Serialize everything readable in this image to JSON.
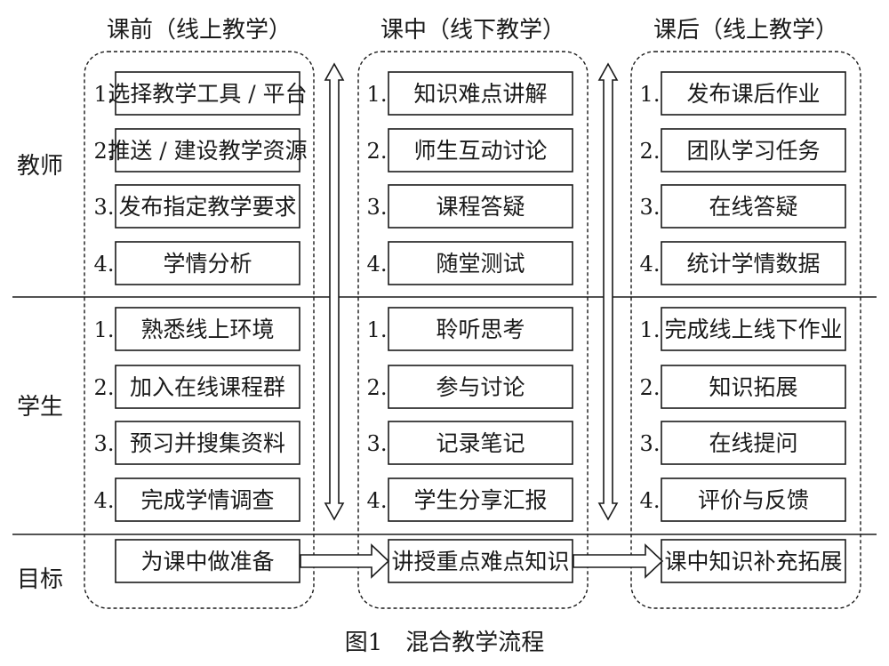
{
  "columns": [
    {
      "header": "课前（线上教学）",
      "teacher": [
        "选择教学工具 / 平台",
        "推送 / 建设教学资源",
        "发布指定教学要求",
        "学情分析"
      ],
      "student": [
        "熟悉线上环境",
        "加入在线课程群",
        "预习并搜集资料",
        "完成学情调查"
      ],
      "goal": "为课中做准备"
    },
    {
      "header": "课中（线下教学）",
      "teacher": [
        "知识难点讲解",
        "师生互动讨论",
        "课程答疑",
        "随堂测试"
      ],
      "student": [
        "聆听思考",
        "参与讨论",
        "记录笔记",
        "学生分享汇报"
      ],
      "goal": "讲授重点难点知识"
    },
    {
      "header": "课后（线上教学）",
      "teacher": [
        "发布课后作业",
        "团队学习任务",
        "在线答疑",
        "统计学情数据"
      ],
      "student": [
        "完成线上线下作业",
        "知识拓展",
        "在线提问",
        "评价与反馈"
      ],
      "goal": "课中知识补充拓展"
    }
  ],
  "rows": {
    "teacher": "教师",
    "student": "学生",
    "goal": "目标"
  },
  "numbers": [
    "1.",
    "2.",
    "3.",
    "4."
  ],
  "caption": "图1　混合教学流程"
}
